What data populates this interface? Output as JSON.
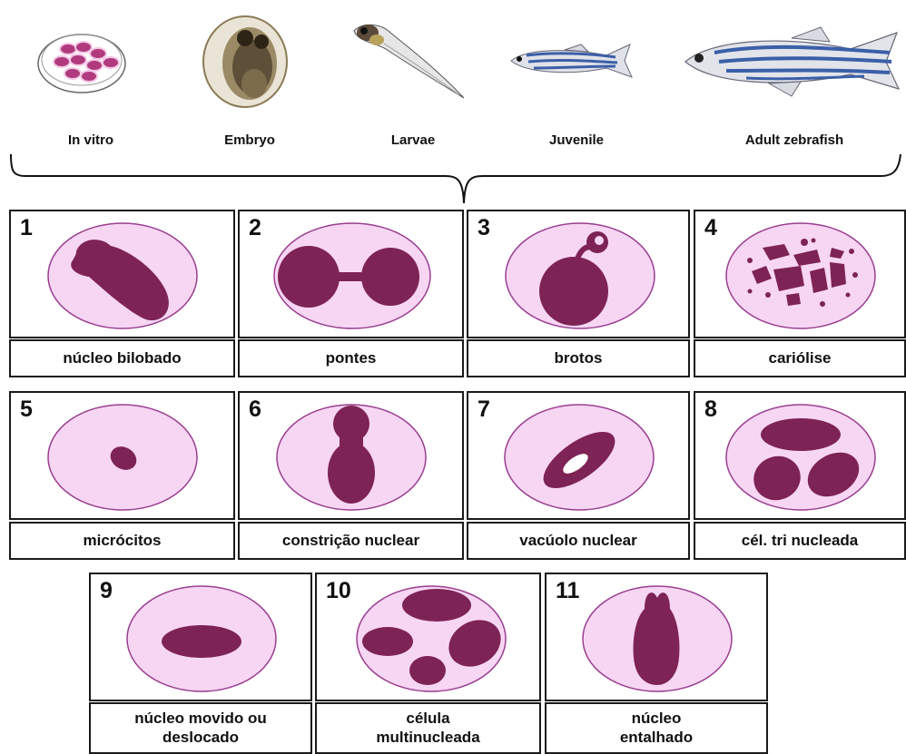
{
  "colors": {
    "cell_fill": "#f7d6f4",
    "cell_stroke": "#9a3e8f",
    "nucleus": "#7e2356",
    "fish_stripe": "#3b5fa8",
    "fish_body": "#d9dde3"
  },
  "stages": [
    {
      "label": "In vitro",
      "icon": "petri-dish-icon"
    },
    {
      "label": "Embryo",
      "icon": "embryo-icon"
    },
    {
      "label": "Larvae",
      "icon": "larva-icon"
    },
    {
      "label": "Juvenile",
      "icon": "juvenile-fish-icon"
    },
    {
      "label": "Adult zebrafish",
      "icon": "adult-fish-icon"
    }
  ],
  "panels": [
    {
      "number": "1",
      "caption": "núcleo bilobado"
    },
    {
      "number": "2",
      "caption": "pontes"
    },
    {
      "number": "3",
      "caption": "brotos"
    },
    {
      "number": "4",
      "caption": "cariólise"
    },
    {
      "number": "5",
      "caption": "micrócitos"
    },
    {
      "number": "6",
      "caption": "constrição nuclear"
    },
    {
      "number": "7",
      "caption": "vacúolo nuclear"
    },
    {
      "number": "8",
      "caption": "cél. tri nucleada"
    },
    {
      "number": "9",
      "caption": "núcleo movido ou\ndeslocado"
    },
    {
      "number": "10",
      "caption": "célula\nmultinucleada"
    },
    {
      "number": "11",
      "caption": "núcleo\nentalhado"
    }
  ]
}
